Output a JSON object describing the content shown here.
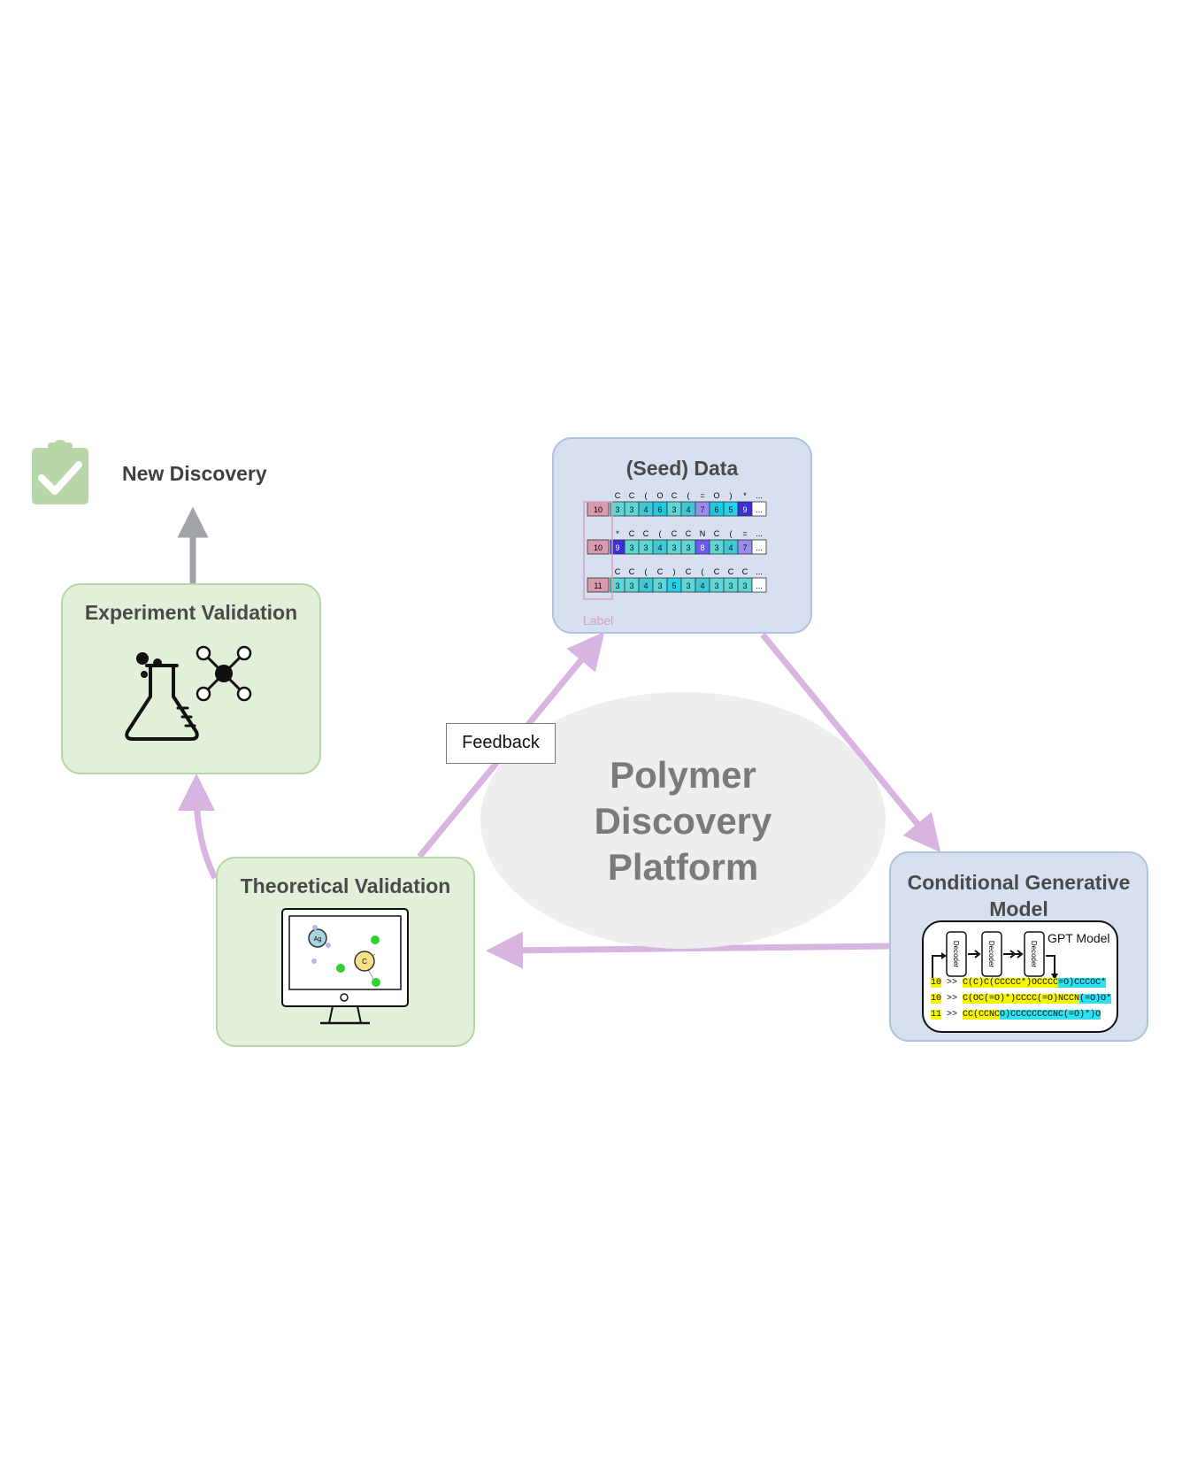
{
  "center": {
    "lines": [
      "Polymer",
      "Discovery",
      "Platform"
    ]
  },
  "feedback_label": "Feedback",
  "new_discovery_label": "New Discovery",
  "boxes": {
    "seed_data": {
      "title": "(Seed) Data"
    },
    "conditional_model": {
      "title_line1": "Conditional Generative",
      "title_line2": "Model"
    },
    "theoretical": {
      "title": "Theoretical Validation"
    },
    "experiment": {
      "title": "Experiment Validation"
    }
  },
  "seed_table": {
    "label_caption": "Label",
    "rows": [
      {
        "tokens": [
          "C",
          "C",
          "(",
          "O",
          "C",
          "(",
          "=",
          "O",
          ")",
          "*",
          "..."
        ],
        "label": "10",
        "cells": [
          "3",
          "3",
          "4",
          "6",
          "3",
          "4",
          "7",
          "6",
          "5",
          "9",
          "..."
        ]
      },
      {
        "tokens": [
          "*",
          "C",
          "C",
          "(",
          "C",
          "C",
          "N",
          "C",
          "(",
          "=",
          "..."
        ],
        "label": "10",
        "cells": [
          "9",
          "3",
          "3",
          "4",
          "3",
          "3",
          "8",
          "3",
          "4",
          "7",
          "..."
        ]
      },
      {
        "tokens": [
          "C",
          "C",
          "(",
          "C",
          ")",
          "C",
          "(",
          "C",
          "C",
          "C",
          "..."
        ],
        "label": "11",
        "cells": [
          "3",
          "3",
          "4",
          "3",
          "5",
          "3",
          "4",
          "3",
          "3",
          "3",
          "..."
        ]
      }
    ]
  },
  "gpt": {
    "title": "GPT Model",
    "decoder_label": "Decoder",
    "lines": [
      {
        "label": "10",
        "prefix": ">>",
        "seq_a": "C(C)C(CCCCC*)OCCCC",
        "seq_b": "=O)CCCOC*"
      },
      {
        "label": "10",
        "prefix": ">>",
        "seq_a": "C(OC(=O)*)CCCC(=O)NCCN",
        "seq_b": "(=O)O*"
      },
      {
        "label": "11",
        "prefix": ">>",
        "seq_a": "CC(CCNC",
        "seq_b": "O)CCCCCCCCNC(=O)*)O"
      }
    ]
  },
  "monitor": {
    "atom_labels": [
      "Ag",
      "C"
    ]
  },
  "colors": {
    "green_box": "#e2efd9",
    "blue_box": "#d6e0f0",
    "arrow_pink": "#d8b4e0",
    "arrow_gray": "#a0a4a8",
    "check_green": "#b7d7a8",
    "label_pink": "#d9a0bc"
  }
}
